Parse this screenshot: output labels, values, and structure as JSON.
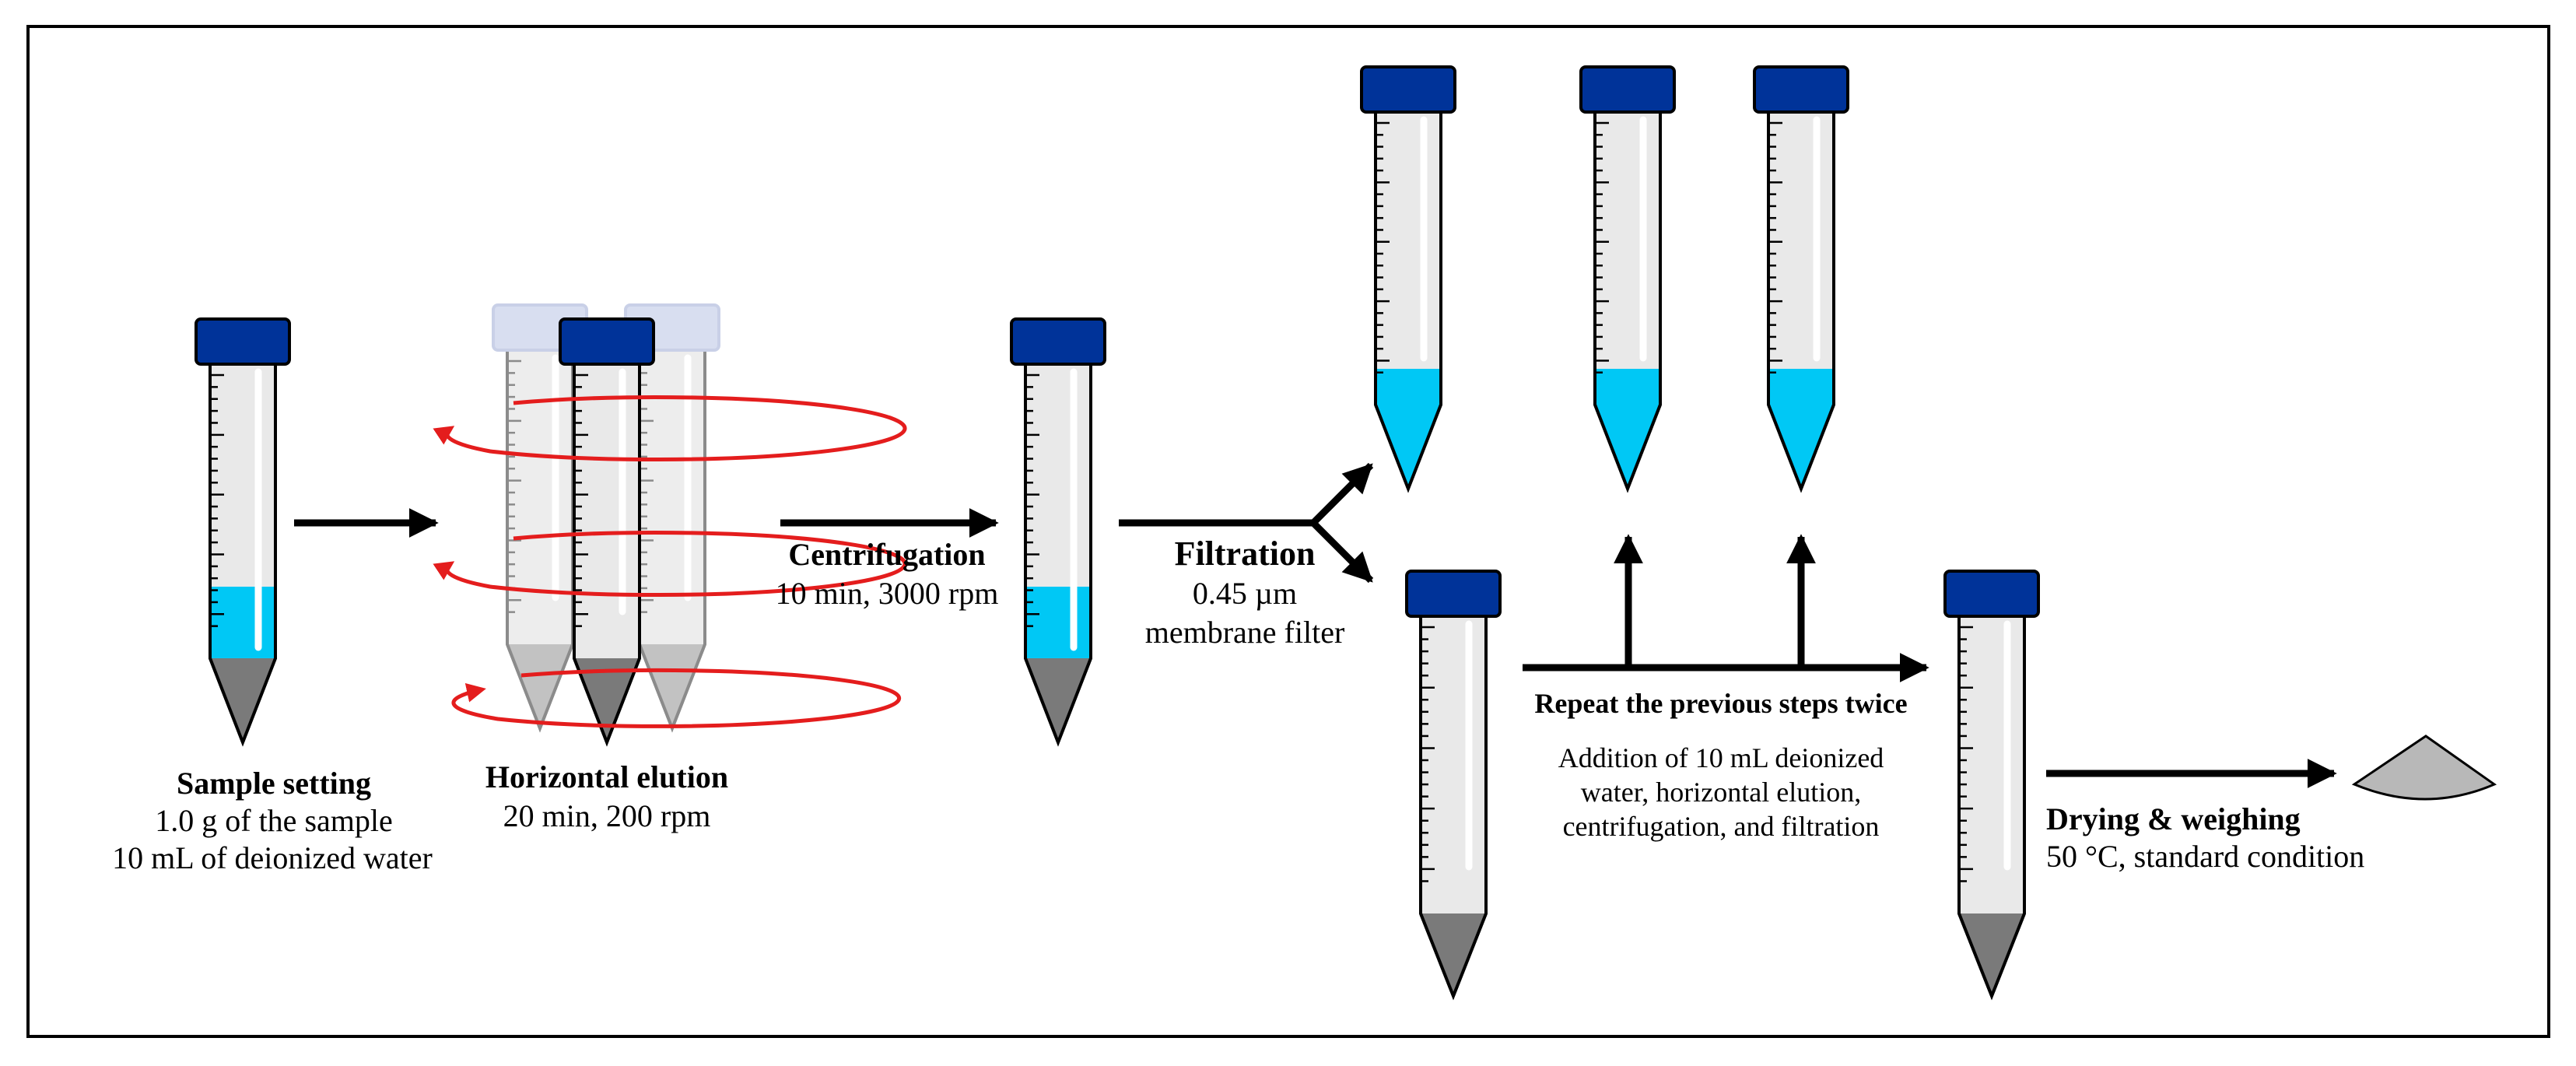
{
  "colors": {
    "cap": "#003399",
    "cap_faded": "#a9b7df",
    "tube_body": "#e9e9e9",
    "liquid": "#00c8f5",
    "sediment": "#7a7a7a",
    "rotation_arrow": "#e41d1d",
    "arrow": "#000000",
    "residue": "#b8b8b8"
  },
  "steps": {
    "sample_setting": {
      "title": "Sample setting",
      "line1": "1.0 g of the sample",
      "line2": "10 mL of deionized water"
    },
    "horizontal_elution": {
      "title": "Horizontal elution",
      "line1": "20 min, 200 rpm"
    },
    "centrifugation": {
      "title": "Centrifugation",
      "line1": "10 min, 3000 rpm"
    },
    "filtration": {
      "title": "Filtration",
      "line1": "0.45 µm",
      "line2": "membrane filter"
    },
    "repeat": {
      "title": "Repeat the previous steps twice",
      "line1": "Addition of 10 mL  deionized",
      "line2": "water, horizontal elution,",
      "line3": "centrifugation, and filtration"
    },
    "drying": {
      "title": "Drying & weighing",
      "line1": "50 °C, standard condition"
    }
  },
  "icons": [
    "centrifuge-tube-icon",
    "rotation-arrow-icon",
    "flow-arrow-icon",
    "dried-residue-icon"
  ]
}
